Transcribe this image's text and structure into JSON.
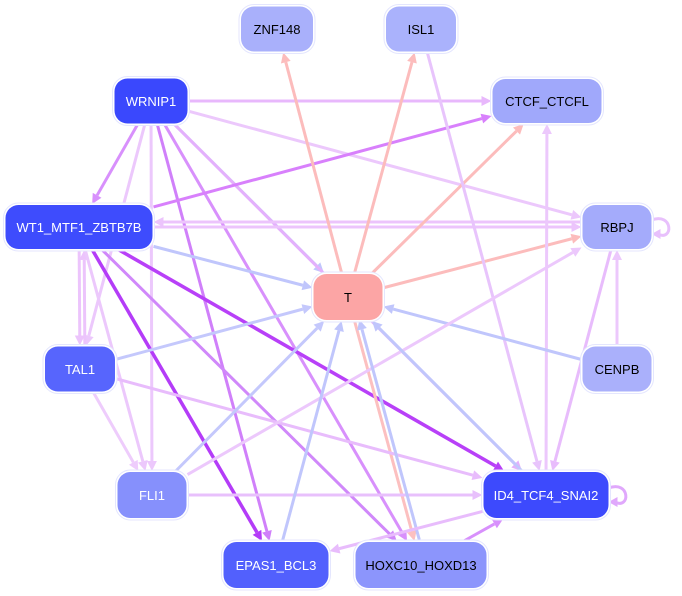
{
  "nodes": [
    {
      "id": "ZNF148",
      "label": "ZNF148",
      "fill": "#a9b0fb",
      "text": "#000000"
    },
    {
      "id": "ISL1",
      "label": "ISL1",
      "fill": "#aab2fc",
      "text": "#000000"
    },
    {
      "id": "WRNIP1",
      "label": "WRNIP1",
      "fill": "#3a48fd",
      "text": "#ffffff"
    },
    {
      "id": "CTCF_CTCFL",
      "label": "CTCF_CTCFL",
      "fill": "#a0a8fb",
      "text": "#000000"
    },
    {
      "id": "WT1_MTF1_ZBTB7B",
      "label": "WT1_MTF1_ZBTB7B",
      "fill": "#3e4cfd",
      "text": "#ffffff"
    },
    {
      "id": "RBPJ",
      "label": "RBPJ",
      "fill": "#a4abfb",
      "text": "#000000"
    },
    {
      "id": "T",
      "label": "T",
      "fill": "#fca5a5",
      "text": "#000000"
    },
    {
      "id": "TAL1",
      "label": "TAL1",
      "fill": "#5765fd",
      "text": "#ffffff"
    },
    {
      "id": "CENPB",
      "label": "CENPB",
      "fill": "#aab0fb",
      "text": "#000000"
    },
    {
      "id": "FLI1",
      "label": "FLI1",
      "fill": "#8690fc",
      "text": "#ffffff"
    },
    {
      "id": "ID4_TCF4_SNAI2",
      "label": "ID4_TCF4_SNAI2",
      "fill": "#3d4afd",
      "text": "#ffffff"
    },
    {
      "id": "EPAS1_BCL3",
      "label": "EPAS1_BCL3",
      "fill": "#5260fd",
      "text": "#ffffff"
    },
    {
      "id": "HOXC10_HOXD13",
      "label": "HOXC10_HOXD13",
      "fill": "#8c95fc",
      "text": "#000000"
    }
  ],
  "edges": [
    {
      "from": "WRNIP1",
      "to": "CTCF_CTCFL",
      "color": "#e8b8fc"
    },
    {
      "from": "WRNIP1",
      "to": "RBPJ",
      "color": "#ecc8fc"
    },
    {
      "from": "WRNIP1",
      "to": "WT1_MTF1_ZBTB7B",
      "color": "#d890fc"
    },
    {
      "from": "WRNIP1",
      "to": "T",
      "color": "#c0c6fc"
    },
    {
      "from": "WRNIP1",
      "to": "EPAS1_BCL3",
      "color": "#d080fa"
    },
    {
      "from": "WRNIP1",
      "to": "HOXC10_HOXD13",
      "color": "#d890fc"
    },
    {
      "from": "WRNIP1",
      "to": "ID4_TCF4_SNAI2",
      "color": "#e4b0fc"
    },
    {
      "from": "WRNIP1",
      "to": "FLI1",
      "color": "#ecc8fc"
    },
    {
      "from": "WRNIP1",
      "to": "TAL1",
      "color": "#ecc8fc"
    },
    {
      "from": "WT1_MTF1_ZBTB7B",
      "to": "CTCF_CTCFL",
      "color": "#d880fc"
    },
    {
      "from": "WT1_MTF1_ZBTB7B",
      "to": "RBPJ",
      "color": "#ecc4fc"
    },
    {
      "from": "RBPJ",
      "to": "WT1_MTF1_ZBTB7B",
      "color": "#ecc4fc"
    },
    {
      "from": "WT1_MTF1_ZBTB7B",
      "to": "T",
      "color": "#c0c6fc"
    },
    {
      "from": "WT1_MTF1_ZBTB7B",
      "to": "TAL1",
      "color": "#ecc4fc"
    },
    {
      "from": "TAL1",
      "to": "WT1_MTF1_ZBTB7B",
      "color": "#ecc4fc"
    },
    {
      "from": "WT1_MTF1_ZBTB7B",
      "to": "FLI1",
      "color": "#ecc8fc"
    },
    {
      "from": "WT1_MTF1_ZBTB7B",
      "to": "EPAS1_BCL3",
      "color": "#b43cf8"
    },
    {
      "from": "WT1_MTF1_ZBTB7B",
      "to": "ID4_TCF4_SNAI2",
      "color": "#b840f8"
    },
    {
      "from": "WT1_MTF1_ZBTB7B",
      "to": "HOXC10_HOXD13",
      "color": "#d088fa"
    },
    {
      "from": "T",
      "to": "ZNF148",
      "color": "#fcbcbc"
    },
    {
      "from": "T",
      "to": "ISL1",
      "color": "#fcbcbc"
    },
    {
      "from": "T",
      "to": "CTCF_CTCFL",
      "color": "#fcbcbc"
    },
    {
      "from": "T",
      "to": "RBPJ",
      "color": "#fcbcbc"
    },
    {
      "from": "T",
      "to": "HOXC10_HOXD13",
      "color": "#fcc0c0"
    },
    {
      "from": "ISL1",
      "to": "ID4_TCF4_SNAI2",
      "color": "#e8c4fc"
    },
    {
      "from": "ID4_TCF4_SNAI2",
      "to": "CTCF_CTCFL",
      "color": "#ecc8fc"
    },
    {
      "from": "RBPJ",
      "to": "ID4_TCF4_SNAI2",
      "color": "#e8bcfc"
    },
    {
      "from": "RBPJ",
      "to": "RBPJ",
      "color": "#e8c0fc"
    },
    {
      "from": "CENPB",
      "to": "RBPJ",
      "color": "#ecc8fc"
    },
    {
      "from": "CENPB",
      "to": "T",
      "color": "#c0c6fc"
    },
    {
      "from": "TAL1",
      "to": "T",
      "color": "#c4c8fc"
    },
    {
      "from": "TAL1",
      "to": "ID4_TCF4_SNAI2",
      "color": "#e8bcfc"
    },
    {
      "from": "TAL1",
      "to": "FLI1",
      "color": "#eeccfc"
    },
    {
      "from": "FLI1",
      "to": "T",
      "color": "#c4c8fc"
    },
    {
      "from": "FLI1",
      "to": "RBPJ",
      "color": "#ecc8fc"
    },
    {
      "from": "FLI1",
      "to": "ID4_TCF4_SNAI2",
      "color": "#e8c0fc"
    },
    {
      "from": "EPAS1_BCL3",
      "to": "T",
      "color": "#c0c6fc"
    },
    {
      "from": "HOXC10_HOXD13",
      "to": "T",
      "color": "#c0c6fc"
    },
    {
      "from": "ID4_TCF4_SNAI2",
      "to": "T",
      "color": "#c0c6fc"
    },
    {
      "from": "ID4_TCF4_SNAI2",
      "to": "EPAS1_BCL3",
      "color": "#e8bcfc"
    },
    {
      "from": "HOXC10_HOXD13",
      "to": "ID4_TCF4_SNAI2",
      "color": "#d890fc"
    },
    {
      "from": "ID4_TCF4_SNAI2",
      "to": "ID4_TCF4_SNAI2",
      "color": "#e0a8fc"
    }
  ]
}
